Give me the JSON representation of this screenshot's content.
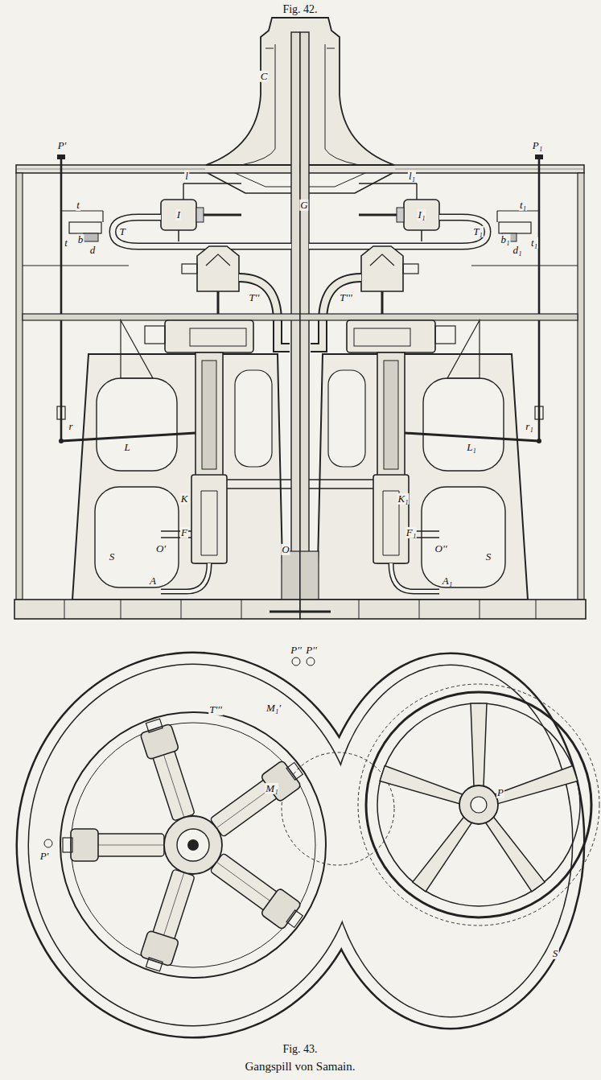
{
  "diagram": {
    "caption": "Gangspill von Samain.",
    "labels": [
      "Fig. 42.",
      "C",
      "P'",
      "P₁",
      "t",
      "b",
      "d",
      "t",
      "l",
      "l₁",
      "t₁",
      "b₁",
      "d₁",
      "t₁",
      "I",
      "I₁",
      "T",
      "T₁",
      "G",
      "T''",
      "T'''",
      "r",
      "r₁",
      "L",
      "L₁",
      "K",
      "K₁",
      "F",
      "F₁",
      "O'",
      "O",
      "O''",
      "S",
      "S",
      "A",
      "A₁",
      "P''",
      "P''",
      "M₁'",
      "T'''",
      "M₁",
      "P'",
      "P",
      "S",
      "Fig. 43."
    ]
  }
}
